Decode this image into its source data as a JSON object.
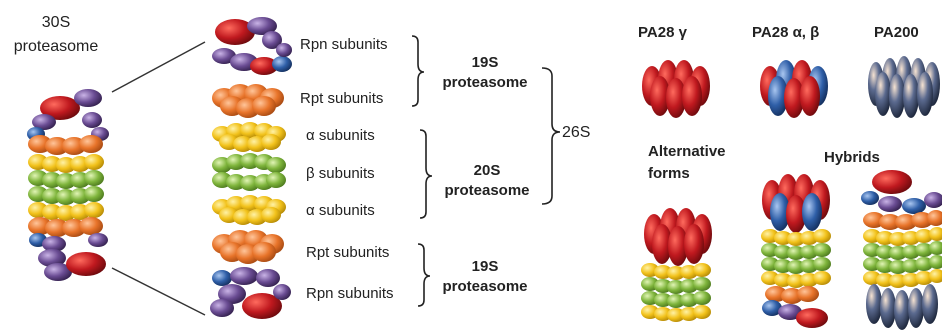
{
  "title_30s": {
    "line1": "30S",
    "line2": "proteasome"
  },
  "subunits": {
    "rpn_top": "Rpn subunits",
    "rpt_top": "Rpt subunits",
    "alpha_top": "α subunits",
    "beta": "β  subunits",
    "alpha_bottom": "α subunits",
    "rpt_bottom": "Rpt subunits",
    "rpn_bottom": "Rpn subunits"
  },
  "complexes": {
    "p19s_top": {
      "line1": "19S",
      "line2": "proteasome"
    },
    "p20s": {
      "line1": "20S",
      "line2": "proteasome"
    },
    "p19s_bottom": {
      "line1": "19S",
      "line2": "proteasome"
    },
    "p26s": "26S"
  },
  "activators": {
    "pa28_gamma": "PA28 γ",
    "pa28_ab": "PA28 α, β",
    "pa200": "PA200"
  },
  "sections": {
    "alternative": {
      "line1": "Alternative",
      "line2": "forms"
    },
    "hybrids": "Hybrids"
  },
  "colors": {
    "rpn_purple": "#6a4c93",
    "rpn_red": "#c0191f",
    "rpn_blue": "#2f5fa8",
    "rpt_orange": "#e8742a",
    "alpha_yellow": "#f2c21b",
    "beta_green": "#7fb53c",
    "pa28_red": "#c0191f",
    "pa200_navy": "#25314f",
    "line": "#333333"
  }
}
